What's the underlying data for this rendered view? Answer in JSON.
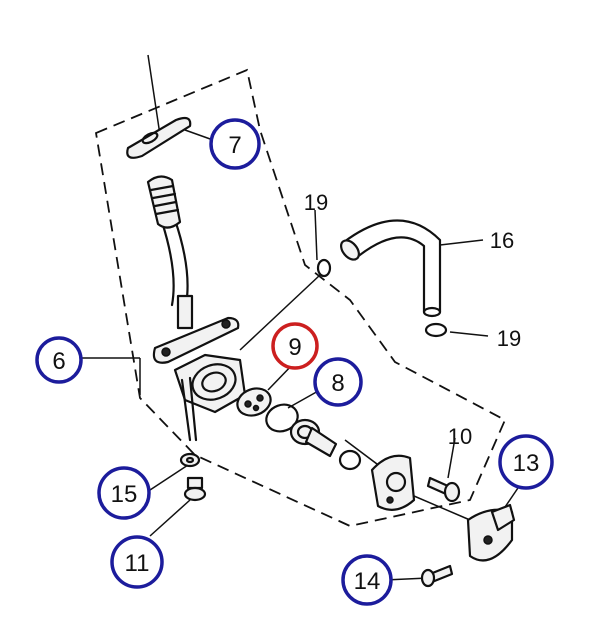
{
  "colors": {
    "circle_blue": "#1c1c9c",
    "circle_red": "#cc1f1f",
    "line": "#111111",
    "background": "#ffffff"
  },
  "callouts": {
    "c7": {
      "label": "7",
      "ring": "blue"
    },
    "c6": {
      "label": "6",
      "ring": "blue"
    },
    "c9": {
      "label": "9",
      "ring": "red"
    },
    "c8": {
      "label": "8",
      "ring": "blue"
    },
    "c13": {
      "label": "13",
      "ring": "blue"
    },
    "c15": {
      "label": "15",
      "ring": "blue"
    },
    "c11": {
      "label": "11",
      "ring": "blue"
    },
    "c14": {
      "label": "14",
      "ring": "blue"
    }
  },
  "labels": {
    "l19_top": "19",
    "l16": "16",
    "l19_right": "19",
    "l10": "10"
  }
}
